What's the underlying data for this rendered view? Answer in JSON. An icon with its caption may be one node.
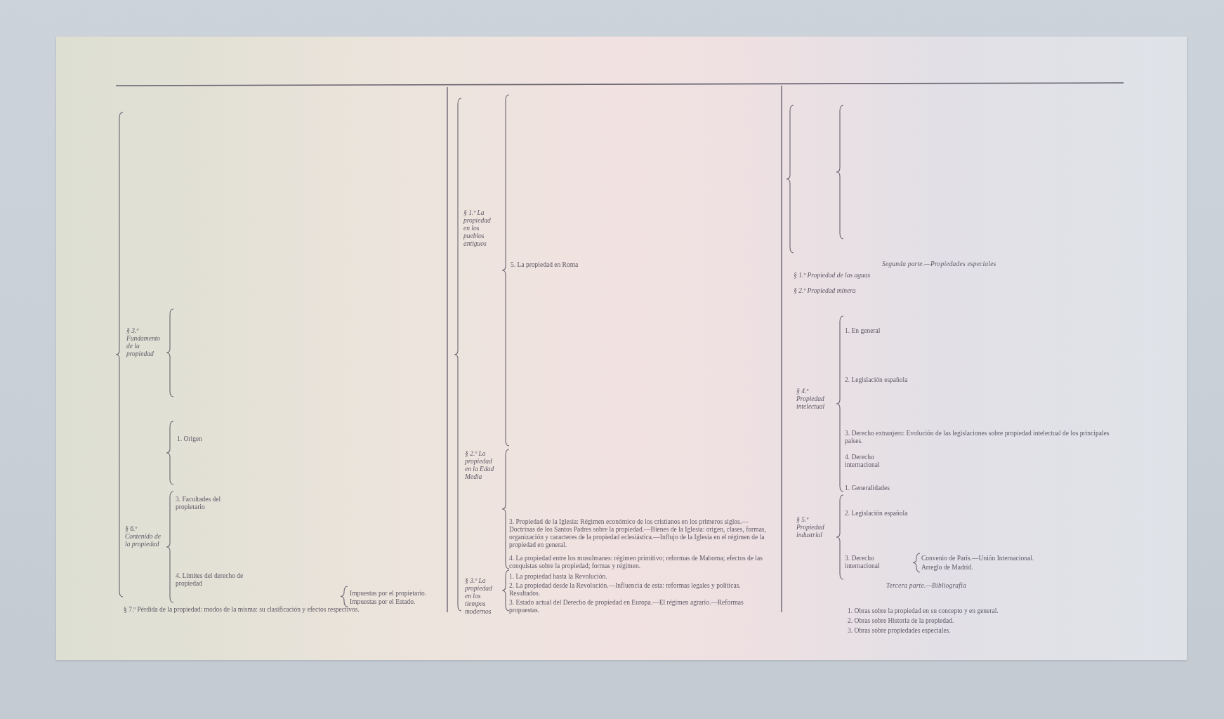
{
  "diagram": {
    "labels": [
      "§ 3.º Fundamento de la propiedad",
      "1. Origen",
      "3. Facultades del propietario",
      "§ 6.º Contenido de la propiedad",
      "4. Límites del derecho de propiedad",
      "Impuestas por el propietario.",
      "Impuestas por el Estado.",
      "§ 7.º Pérdida de la propiedad: modos de la misma: su clasificación y efectos respectivos.",
      "§ 1.º La propiedad en los pueblos antiguos",
      "5. La propiedad en Roma",
      "§ 2.º La propiedad en la Edad Media",
      "3. Propiedad de la Iglesia: Régimen económico de los cristianos en los primeros siglos.—Doctrinas de los Santos Padres sobre la propiedad.—Bienes de la Iglesia: origen, clases, formas, organización y caracteres de la propiedad eclesiástica.—Influjo de la Iglesia en el régimen de la propiedad en general.",
      "4. La propiedad entre los musulmanes: régimen primitivo; reformas de Mahoma; efectos de las conquistas sobre la propiedad; formas y régimen.",
      "§ 3.º La propiedad en los tiempos modernos",
      "1. La propiedad hasta la Revolución.",
      "2. La propiedad desde la Revolución.—Influencia de esta: reformas legales y políticas. Resultados.",
      "3. Estado actual del Derecho de propiedad en Europa.—El régimen agrario.—Reformas propuestas.",
      "Segunda parte.—Propiedades especiales",
      "§ 1.º Propiedad de las aguas",
      "§ 2.º Propiedad minera",
      "1. En general",
      "§ 4.º Propiedad intelectual",
      "2. Legislación española",
      "3. Derecho extranjero: Evolución de las legislaciones sobre propiedad intelectual de los principales países.",
      "4. Derecho internacional",
      "1. Generalidades",
      "§ 5.º Propiedad industrial",
      "2. Legislación española",
      "3. Derecho internacional",
      "Convenio de París.—Unión Internacional.",
      "Arreglo de Madrid.",
      "Tercera parte.—Bibliografía",
      "1. Obras sobre la propiedad en su concepto y en general.",
      "2. Obras sobre Historia de la propiedad.",
      "3. Obras sobre propiedades especiales."
    ]
  }
}
